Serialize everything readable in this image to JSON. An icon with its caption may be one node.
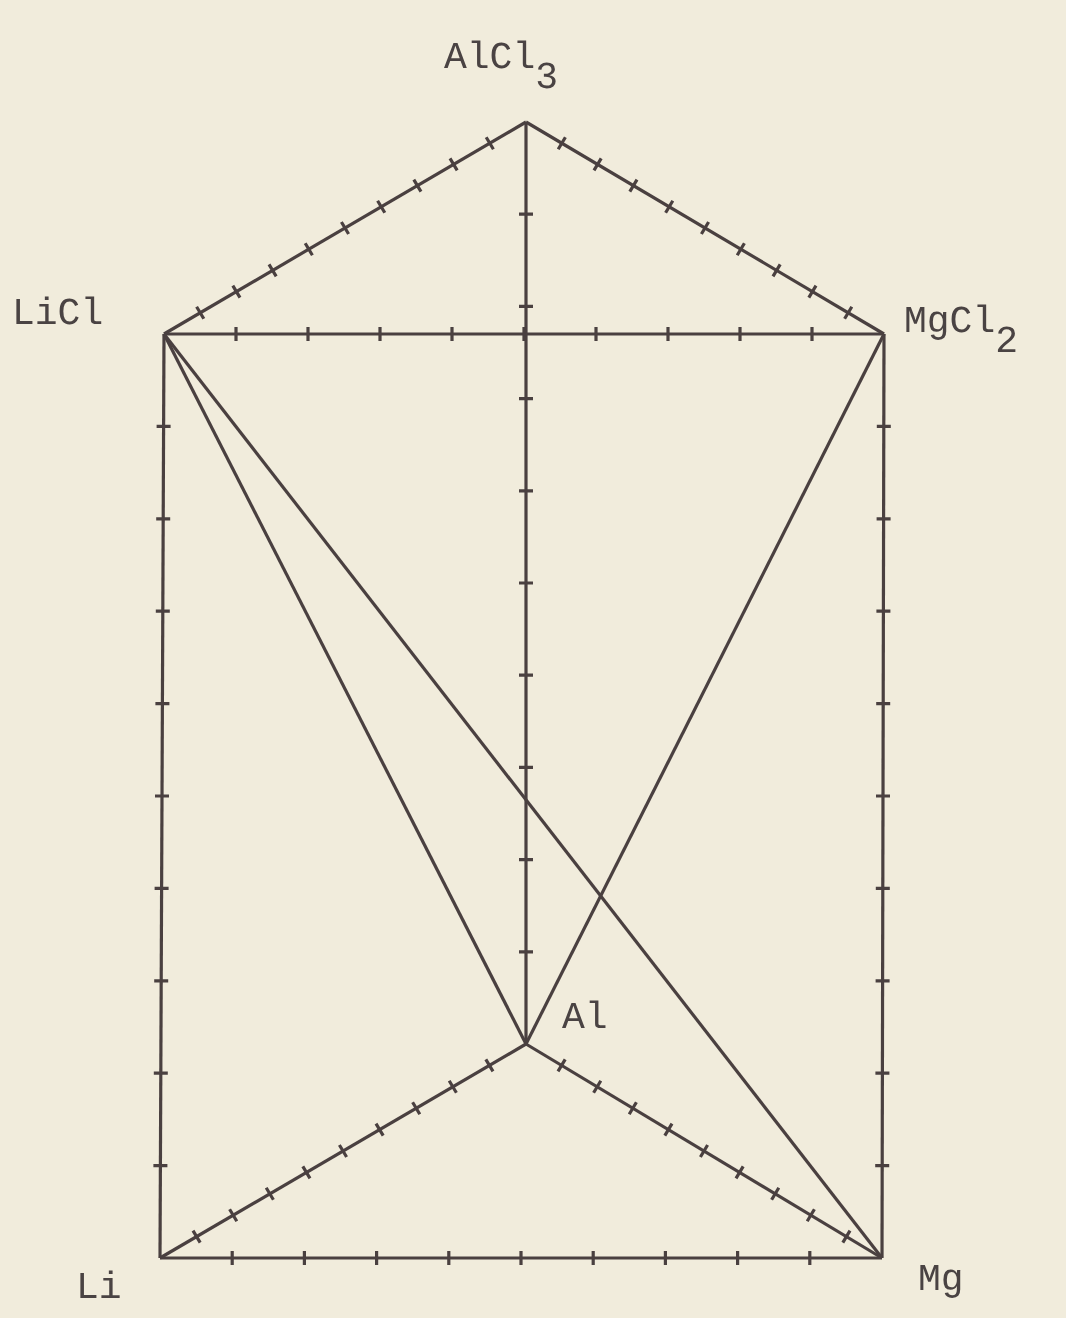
{
  "diagram": {
    "nodes": [
      {
        "text": [
          "AlCl$_{3}$"
        ]
      },
      {
        "text": [
          "LiCl"
        ]
      },
      {
        "text": [
          "MgCl$_{2}$"
        ]
      },
      {
        "text": [
          "Al"
        ]
      },
      {
        "text": [
          "Li"
        ]
      },
      {
        "text": [
          "Mg"
        ]
      }
    ],
    "edges": [
      {
        "from": 1,
        "to": 0,
        "arrow": "none"
      },
      {
        "from": 0,
        "to": 2,
        "arrow": "none"
      },
      {
        "from": 0,
        "to": 3,
        "arrow": "none"
      },
      {
        "from": 1,
        "to": 2,
        "arrow": "none"
      },
      {
        "from": 1,
        "to": 4,
        "arrow": "none"
      },
      {
        "from": 2,
        "to": 5,
        "arrow": "none"
      },
      {
        "from": 1,
        "to": 3,
        "arrow": "none"
      },
      {
        "from": 1,
        "to": 5,
        "arrow": "none"
      },
      {
        "from": 2,
        "to": 3,
        "arrow": "none"
      },
      {
        "from": 4,
        "to": 3,
        "arrow": "none"
      },
      {
        "from": 3,
        "to": 5,
        "arrow": "none"
      },
      {
        "from": 4,
        "to": 5,
        "arrow": "none"
      }
    ]
  }
}
